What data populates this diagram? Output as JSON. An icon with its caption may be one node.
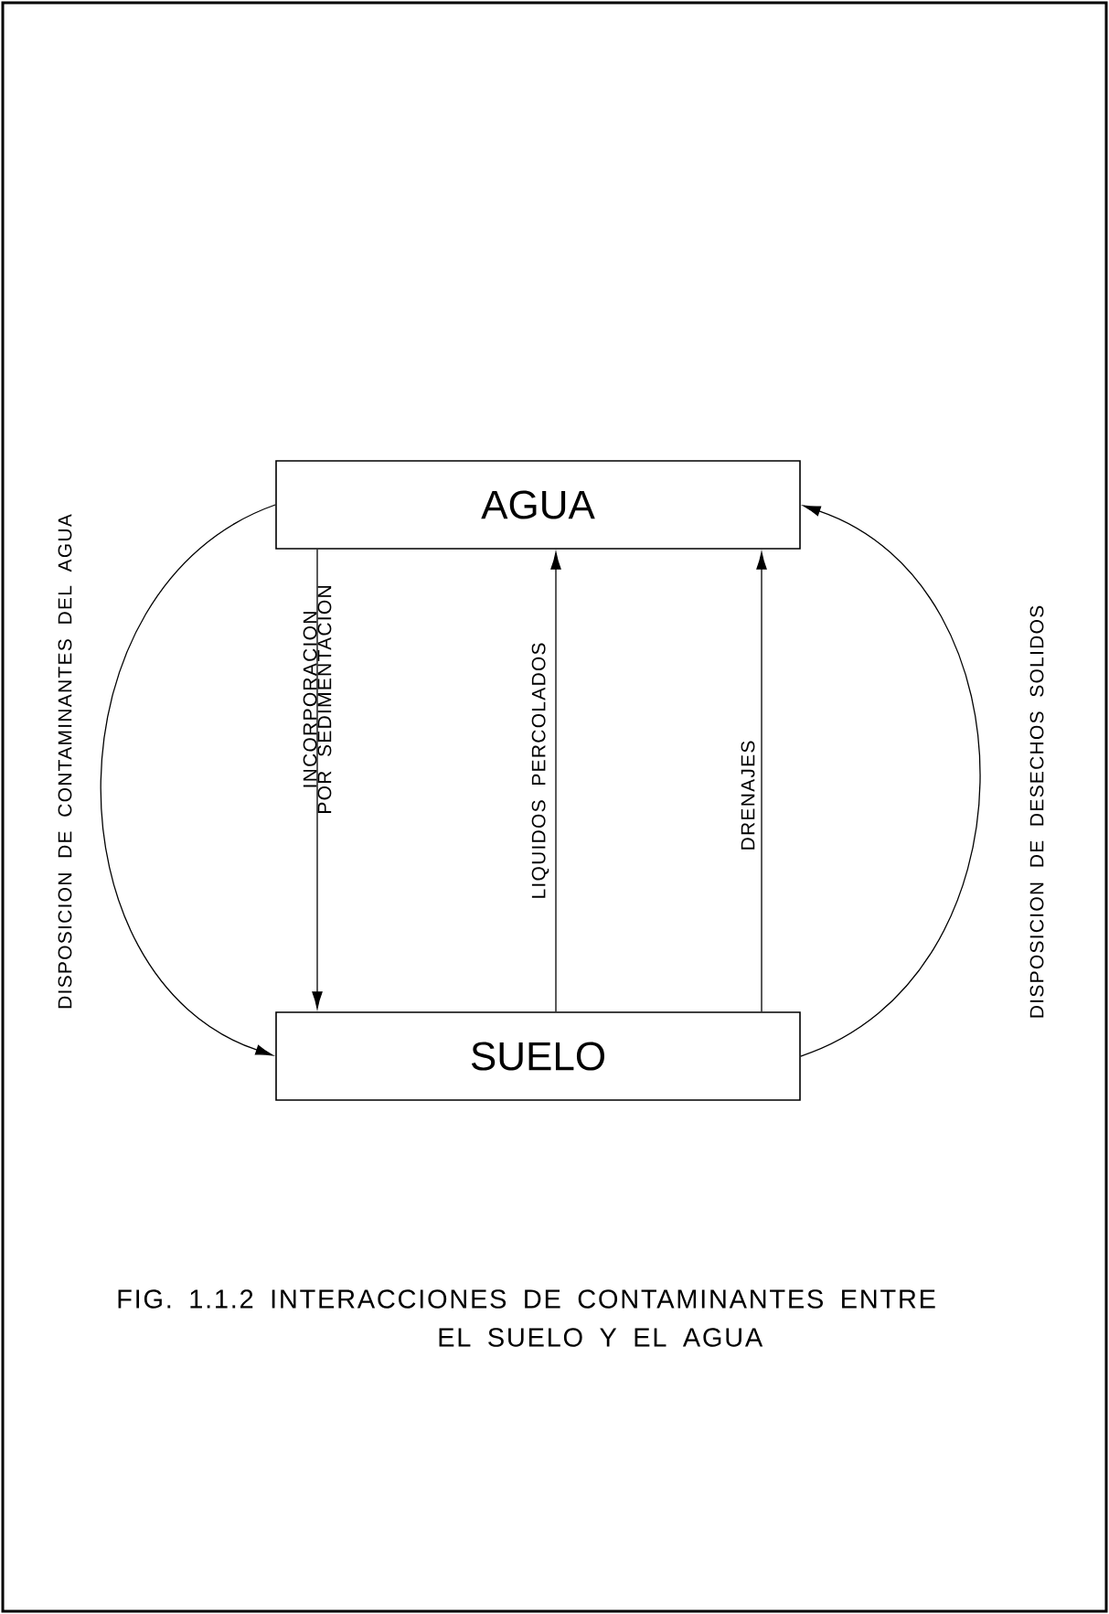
{
  "diagram": {
    "caption": "FIG. 1.1.2 INTERACCIONES DE CONTAMINANTES ENTRE EL SUELO Y EL AGUA",
    "nodes": [
      {
        "text": [
          "AGUA"
        ]
      },
      {
        "text": [
          "SUELO"
        ]
      }
    ],
    "edges": [
      {
        "from": 0,
        "to": 1,
        "arrow": "to",
        "label": "INCORPORACION POR SEDIMENTACION"
      },
      {
        "from": 1,
        "to": 0,
        "arrow": "to",
        "label": "LIQUIDOS PERCOLADOS"
      },
      {
        "from": 1,
        "to": 0,
        "arrow": "to",
        "label": "DRENAJES"
      },
      {
        "from": 0,
        "to": 1,
        "arrow": "to",
        "label": "DISPOSICION DE CONTAMINANTES DEL AGUA"
      },
      {
        "from": 1,
        "to": 0,
        "arrow": "to",
        "label": "DISPOSICION DE DESECHOS SOLIDOS"
      }
    ]
  }
}
